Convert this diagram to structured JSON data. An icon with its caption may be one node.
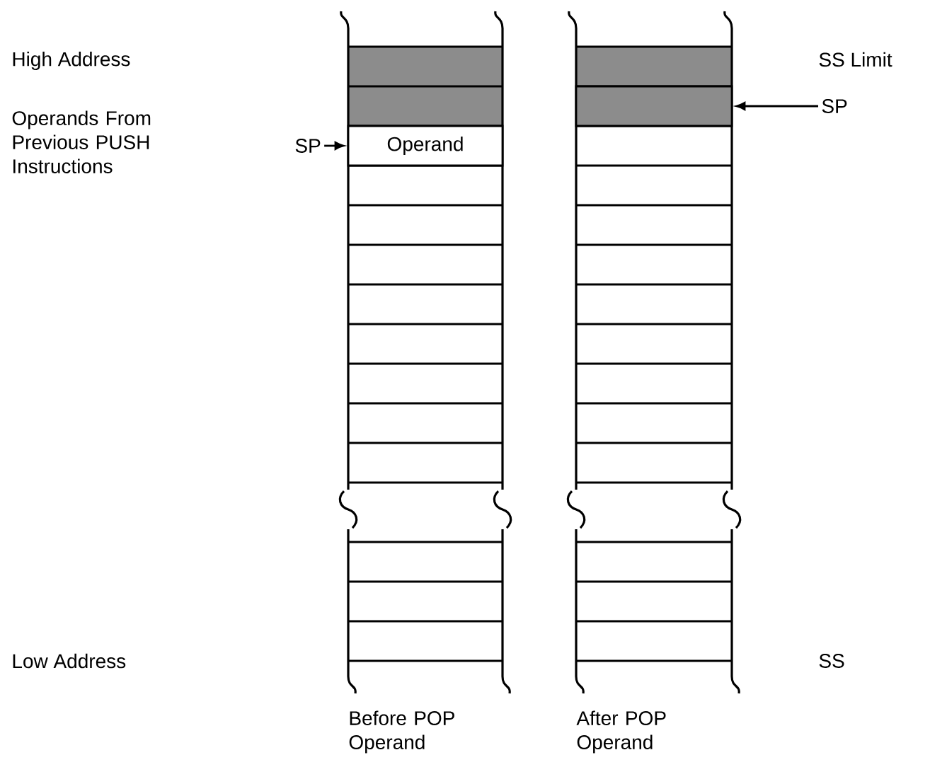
{
  "diagram": {
    "nodes": [
      {
        "text": [
          "SP"
        ]
      },
      {
        "text": [
          "Operand"
        ]
      },
      {
        "text": [],
        "shape": "box"
      },
      {
        "text": [
          "SP"
        ]
      }
    ],
    "edges": [
      {
        "from": 0,
        "to": 1,
        "arrow": "to"
      },
      {
        "from": 3,
        "to": 2,
        "arrow": "to"
      }
    ],
    "labels": [
      "High Address",
      "SS Limit",
      "Operands From Previous PUSH Instructions",
      "Low Address",
      "SS",
      "Before POP Operand",
      "After POP Operand"
    ]
  }
}
